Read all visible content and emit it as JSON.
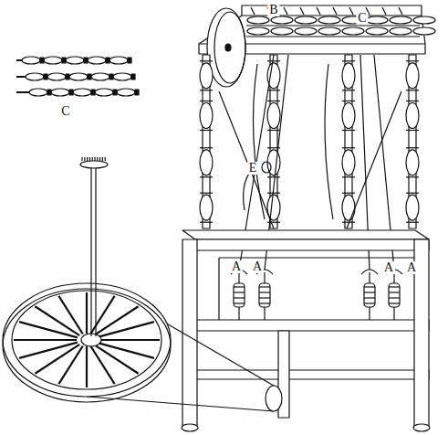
{
  "diagram": {
    "labels": [
      "B",
      "C",
      "C",
      "E",
      "A",
      "A",
      "A",
      "A"
    ]
  }
}
